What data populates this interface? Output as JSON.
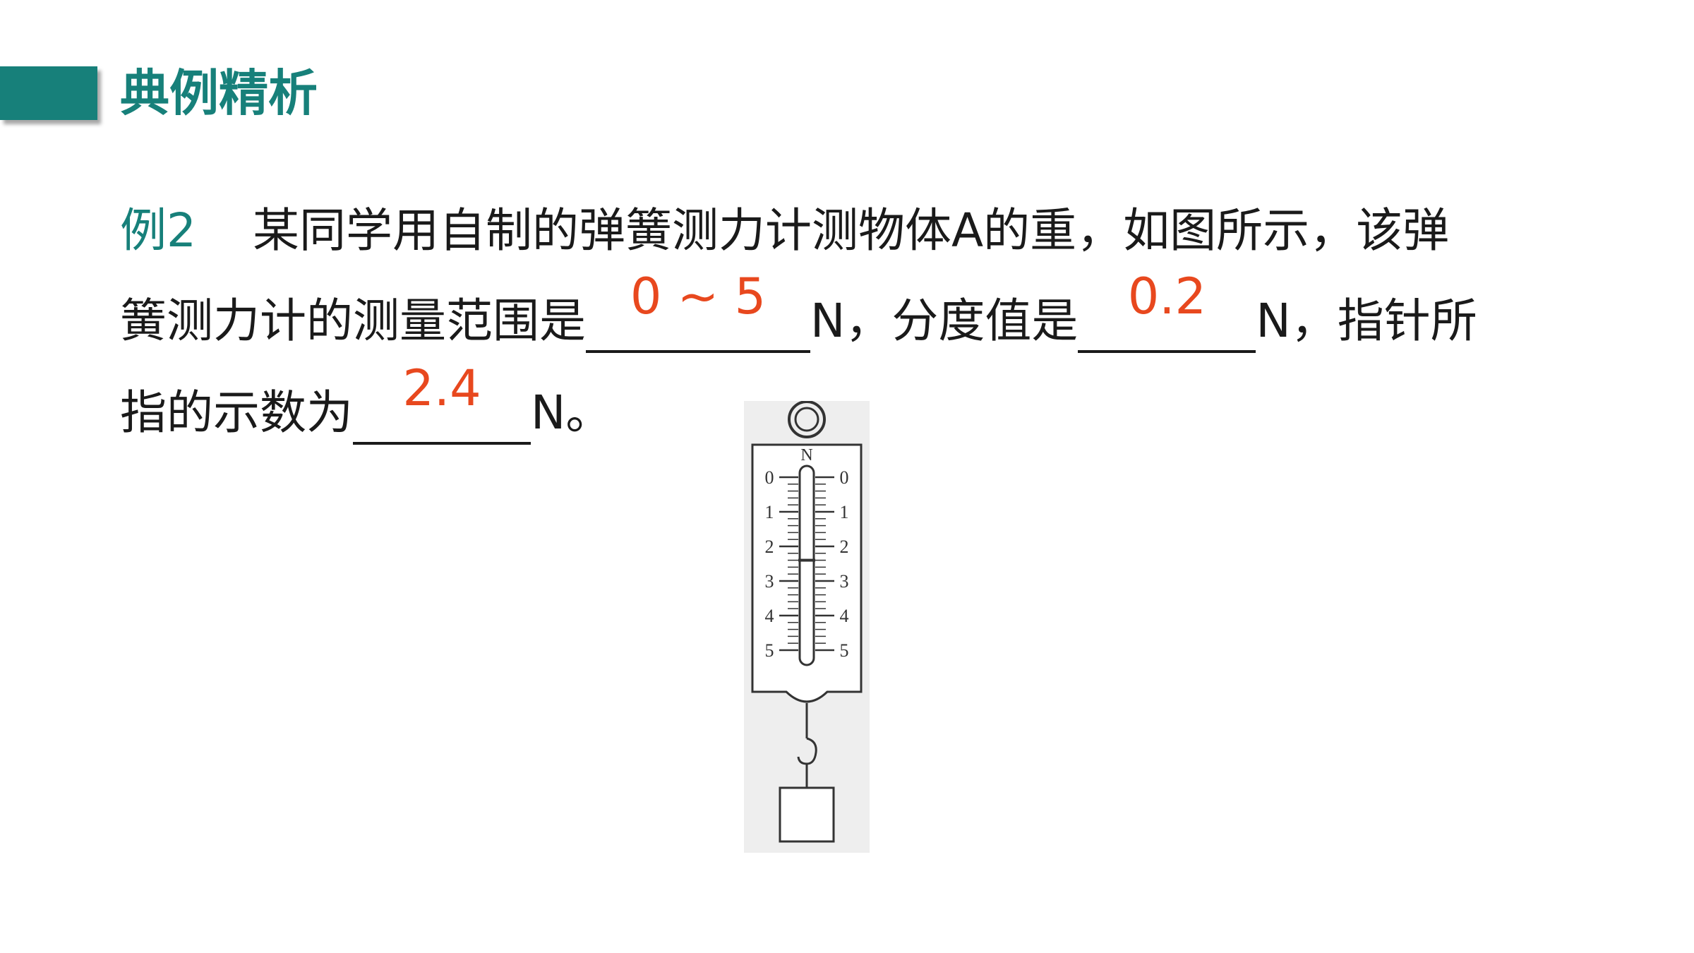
{
  "header": {
    "title": "典例精析",
    "accent_color": "#17807a"
  },
  "problem": {
    "label": "例2",
    "line1": "某同学用自制的弹簧测力计测物体A的重，如图所示，该弹",
    "line2_a": "簧测力计的测量范围是",
    "line2_b": "N，分度值是",
    "line2_c": "N，指针所",
    "line3_a": "指的示数为",
    "line3_b": "N。",
    "answers": {
      "range": "0 ~ 5",
      "division": "0.2",
      "reading": "2.4"
    },
    "answer_color": "#e8481e"
  },
  "figure": {
    "unit_label": "N",
    "scale_left": [
      "0",
      "1",
      "2",
      "3",
      "4",
      "5"
    ],
    "scale_right": [
      "0",
      "1",
      "2",
      "3",
      "4",
      "5"
    ],
    "pointer_value": 2.4
  }
}
